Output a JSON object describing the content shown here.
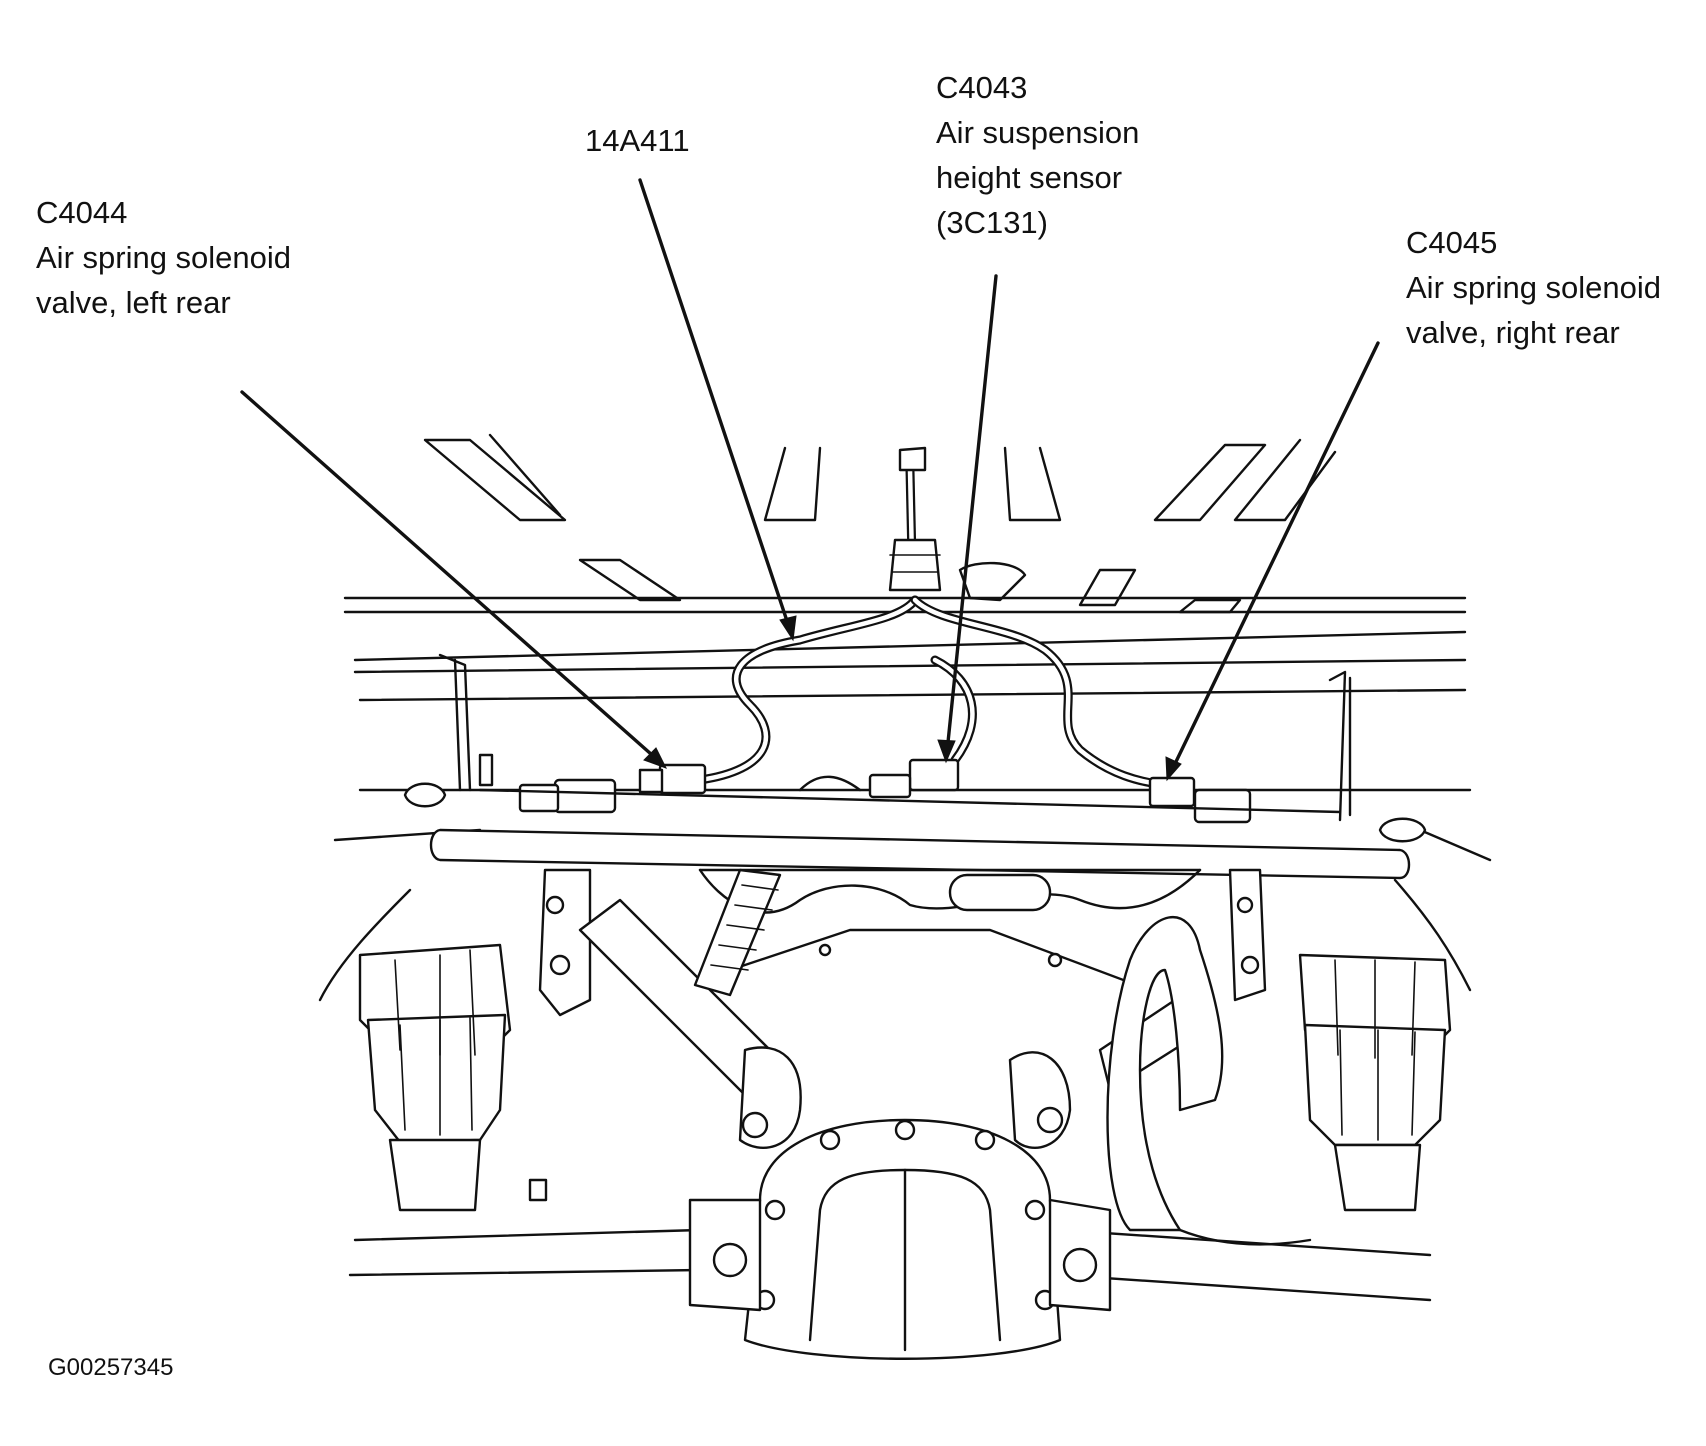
{
  "callouts": {
    "c4044": {
      "code": "C4044",
      "line1": "Air spring solenoid",
      "line2": "valve, left rear"
    },
    "harness": {
      "code": "14A411"
    },
    "c4043": {
      "code": "C4043",
      "line1": "Air suspension",
      "line2": "height sensor",
      "line3": "(3C131)"
    },
    "c4045": {
      "code": "C4045",
      "line1": "Air spring solenoid",
      "line2": "valve, right rear"
    }
  },
  "figure_id": "G00257345"
}
